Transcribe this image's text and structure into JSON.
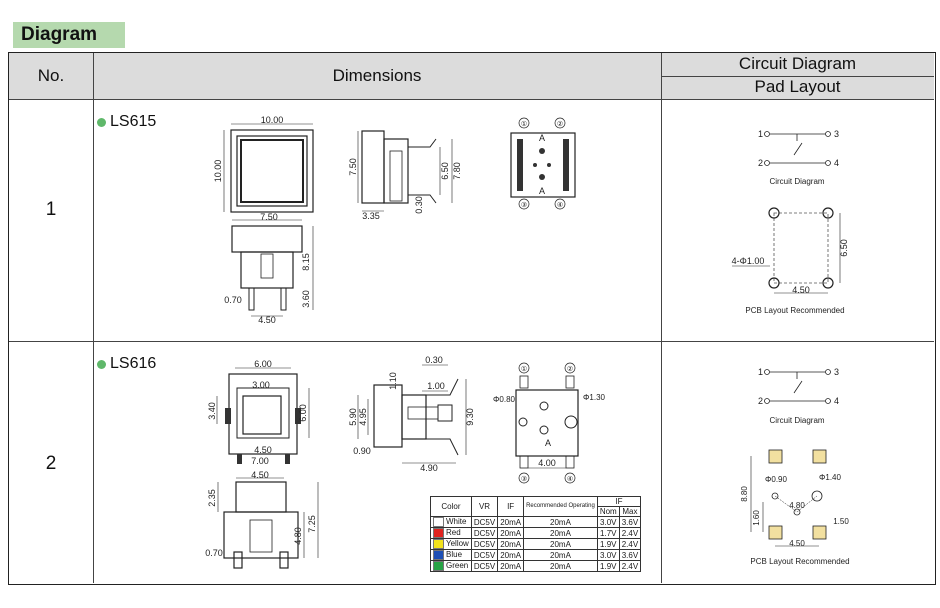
{
  "section_tag": "Diagram",
  "header": {
    "no": "No.",
    "dimensions": "Dimensions",
    "circuit": "Circuit Diagram",
    "pad": "Pad Layout"
  },
  "rows": [
    {
      "no": "1",
      "model": "LS615",
      "dims": {
        "top_w": "10.00",
        "top_h": "10.00",
        "side_h": "7.50",
        "side_b": "3.35",
        "side_c": "0.30",
        "side_r1": "6.50",
        "side_r2": "7.80",
        "front_w": "7.50",
        "front_h": "8.15",
        "front_l": "3.60",
        "front_p": "0.70",
        "front_s": "4.50"
      },
      "pins": [
        "①",
        "②",
        "③",
        "④"
      ],
      "pin_mark": "A",
      "circuit": {
        "p1": "1",
        "p2": "2",
        "p3": "3",
        "p4": "4",
        "caption": "Circuit Diagram"
      },
      "pcb": {
        "hole": "4-Φ1.00",
        "w": "4.50",
        "h": "6.50",
        "caption": "PCB Layout Recommended"
      }
    },
    {
      "no": "2",
      "model": "LS616",
      "dims": {
        "top_w1": "6.00",
        "top_w2": "3.00",
        "top_h1": "3.40",
        "top_h2": "6.00",
        "top_b1": "4.50",
        "top_b2": "7.00",
        "side_t1": "0.30",
        "side_t2": "1.00",
        "side_h1": "1.10",
        "side_l1": "5.90",
        "side_l2": "4.95",
        "side_r": "9.30",
        "side_b1": "0.90",
        "side_b2": "4.90",
        "bot_w": "4.50",
        "bot_h1": "2.35",
        "bot_h2": "4.80",
        "bot_h3": "7.25",
        "bot_p": "0.70",
        "bv_d1": "Φ0.80",
        "bv_d2": "Φ1.30",
        "bv_w": "4.00"
      },
      "pins": [
        "①",
        "②",
        "③",
        "④"
      ],
      "pin_mark": "A",
      "circuit": {
        "p1": "1",
        "p2": "2",
        "p3": "3",
        "p4": "4",
        "caption": "Circuit Diagram"
      },
      "pcb": {
        "d1": "Φ0.90",
        "d2": "Φ1.40",
        "w1": "4.80",
        "w2": "4.50",
        "h1": "8.80",
        "h2": "1.60",
        "s": "1.50",
        "caption": "PCB Layout Recommended"
      },
      "color_table": {
        "headers": [
          "Color",
          "VR",
          "IF",
          "Recommended Operating",
          "IF",
          "Nom",
          "Max"
        ],
        "rows": [
          {
            "color": "White",
            "swatch": "#ffffff",
            "vr": "DC5V",
            "if": "20mA",
            "op": "20mA",
            "nom": "3.0V",
            "max": "3.6V"
          },
          {
            "color": "Red",
            "swatch": "#e0231f",
            "vr": "DC5V",
            "if": "20mA",
            "op": "20mA",
            "nom": "1.7V",
            "max": "2.4V"
          },
          {
            "color": "Yellow",
            "swatch": "#f3e21b",
            "vr": "DC5V",
            "if": "20mA",
            "op": "20mA",
            "nom": "1.9V",
            "max": "2.4V"
          },
          {
            "color": "Blue",
            "swatch": "#1d4fb5",
            "vr": "DC5V",
            "if": "20mA",
            "op": "20mA",
            "nom": "3.0V",
            "max": "3.6V"
          },
          {
            "color": "Green",
            "swatch": "#27a345",
            "vr": "DC5V",
            "if": "20mA",
            "op": "20mA",
            "nom": "1.9V",
            "max": "2.4V"
          }
        ]
      }
    }
  ],
  "colors": {
    "tag_bg": "#b5d9ae",
    "header_bg": "#dcdcdc",
    "dot": "#5fb86a"
  }
}
